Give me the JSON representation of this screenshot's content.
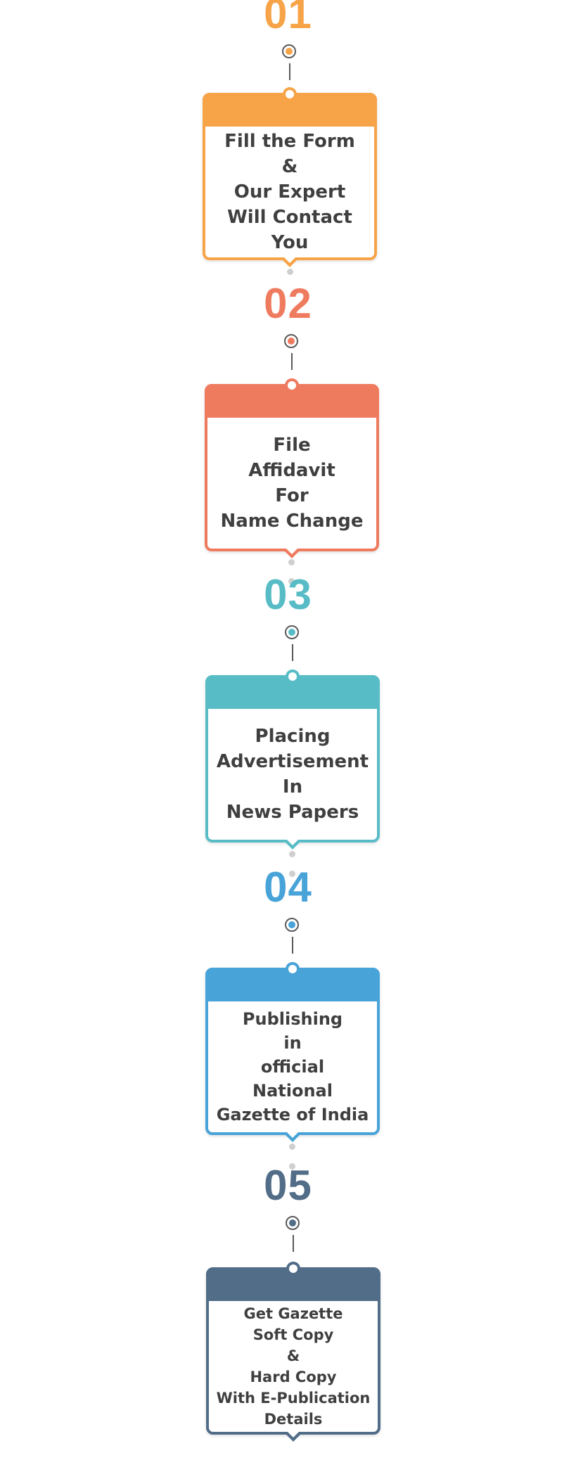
{
  "colors": {
    "step1": "#f7a348",
    "step2": "#ef7b5f",
    "step3": "#58bcc6",
    "step4": "#48a3d8",
    "step5": "#526d88"
  },
  "steps": [
    {
      "number": "01",
      "lines": [
        "Fill the Form",
        "&",
        "Our Expert",
        "Will Contact",
        "You"
      ]
    },
    {
      "number": "02",
      "lines": [
        "File",
        "Affidavit",
        "For",
        "Name Change"
      ]
    },
    {
      "number": "03",
      "lines": [
        "Placing",
        "Advertisement",
        "In",
        "News Papers"
      ]
    },
    {
      "number": "04",
      "lines": [
        "Publishing",
        "in",
        "official",
        "National",
        "Gazette of India"
      ]
    },
    {
      "number": "05",
      "lines": [
        "Get Gazette",
        "Soft Copy",
        "&",
        "Hard Copy",
        "With E-Publication",
        "Details"
      ]
    }
  ]
}
